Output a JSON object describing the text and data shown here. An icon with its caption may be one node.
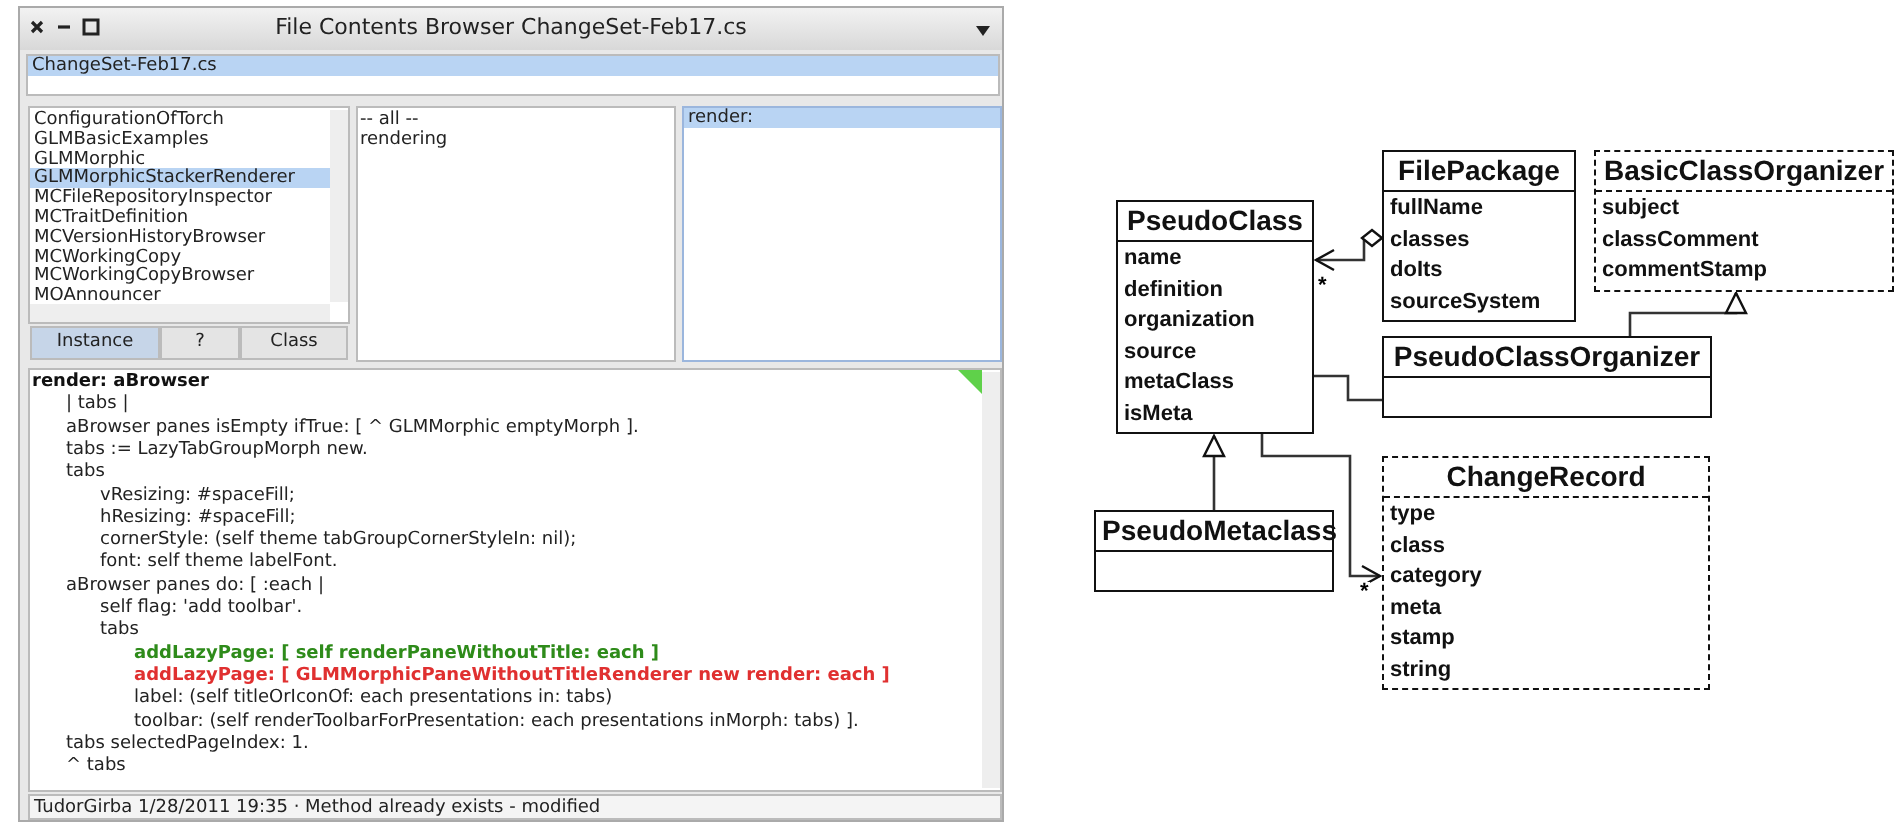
{
  "diagram": {
    "nodes": [
      {
        "text": [
          "PseudoClass",
          "name",
          "definition",
          "organization",
          "source",
          "metaClass",
          "isMeta"
        ]
      },
      {
        "text": [
          "FilePackage",
          "fullName",
          "classes",
          "doIts",
          "sourceSystem"
        ]
      },
      {
        "text": [
          "BasicClassOrganizer",
          "subject",
          "classComment",
          "commentStamp"
        ]
      },
      {
        "text": [
          "PseudoClassOrganizer"
        ]
      },
      {
        "text": [
          "PseudoMetaclass"
        ]
      },
      {
        "text": [
          "ChangeRecord",
          "type",
          "class",
          "category",
          "meta",
          "stamp",
          "string"
        ]
      }
    ],
    "edges": [
      {
        "from": 1,
        "to": 0,
        "arrow": "to",
        "label": "*"
      },
      {
        "from": 3,
        "to": 2,
        "arrow": "to"
      },
      {
        "from": 0,
        "to": 3,
        "arrow": "none"
      },
      {
        "from": 4,
        "to": 0,
        "arrow": "to"
      },
      {
        "from": 0,
        "to": 5,
        "arrow": "to",
        "label": "*"
      }
    ],
    "labels": [
      "File Contents Browser ChangeSet-Feb17.cs",
      "ChangeSet-Feb17.cs",
      "ConfigurationOfTorch",
      "GLMBasicExamples",
      "GLMMorphic",
      "GLMMorphicStackerRenderer",
      "MCFileRepositoryInspector",
      "MCTraitDefinition",
      "MCVersionHistoryBrowser",
      "MCWorkingCopy",
      "MCWorkingCopyBrowser",
      "MOAnnouncer",
      "Instance",
      "?",
      "Class",
      "-- all --",
      "rendering",
      "render:",
      "render: aBrowser",
      "| tabs |",
      "aBrowser panes isEmpty ifTrue: [ ^ GLMMorphic emptyMorph ].",
      "tabs := LazyTabGroupMorph new.",
      "tabs",
      "vResizing: #spaceFill;",
      "hResizing: #spaceFill;",
      "cornerStyle: (self theme tabGroupCornerStyleIn: nil);",
      "font: self theme labelFont.",
      "aBrowser panes do: [ :each |",
      "self flag: 'add toolbar'.",
      "tabs",
      "addLazyPage: [ self renderPaneWithoutTitle: each ]",
      "addLazyPage: [ GLMMorphicPaneWithoutTitleRenderer new render: each ]",
      "label: (self titleOrIconOf: each presentations in: tabs)",
      "toolbar: (self renderToolbarForPresentation: each presentations inMorph: tabs) ].",
      "tabs selectedPageIndex: 1.",
      "^ tabs",
      "TudorGirba 1/28/2011 19:35 · Method already exists - modified"
    ]
  }
}
